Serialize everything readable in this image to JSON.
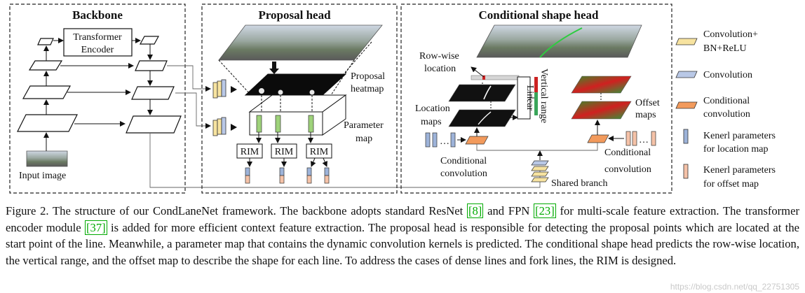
{
  "panels": {
    "backbone": {
      "title": "Backbone",
      "transformer_line1": "Transformer",
      "transformer_line2": "Encoder",
      "input_image": "Input image"
    },
    "proposal_head": {
      "title": "Proposal head",
      "heatmap_line1": "Proposal",
      "heatmap_line2": "heatmap",
      "param_line1": "Parameter",
      "param_line2": "map",
      "rim": "RIM"
    },
    "shape_head": {
      "title": "Conditional shape head",
      "row_wise_line1": "Row-wise",
      "row_wise_line2": "location",
      "location_line1": "Location",
      "location_line2": "maps",
      "linear": "Linear",
      "vertical_range": "Vertical range",
      "offset_line1": "Offset",
      "offset_line2": "maps",
      "cond_conv_line1": "Conditional",
      "cond_conv_line2": "convolution",
      "shared_branch": "Shared branch"
    }
  },
  "legend": [
    {
      "line1": "Convolution+",
      "line2": "BN+ReLU",
      "color": "#f7e3a0"
    },
    {
      "line1": "Convolution",
      "line2": "",
      "color": "#b9c8e6"
    },
    {
      "line1": "Conditional",
      "line2": "convolution",
      "color": "#f29a5c"
    },
    {
      "line1": "Kenerl parameters",
      "line2": "for location map",
      "color": "#9db3d9"
    },
    {
      "line1": "Kenerl parameters",
      "line2": "for offset map",
      "color": "#f5c2a8"
    }
  ],
  "caption": {
    "p1": "Figure 2. The structure of our CondLaneNet framework. The backbone adopts standard ResNet ",
    "ref1": "[8]",
    "p2": " and FPN ",
    "ref2": "[23]",
    "p3": " for multi-scale feature extraction. The transformer encoder module ",
    "ref3": "[37]",
    "p4": " is added for more efficient context feature extraction. The proposal head is responsible for detecting the proposal points which are located at the start point of the line. Meanwhile, a parameter map that contains the dynamic convolution kernels is predicted. The conditional shape head predicts the row-wise location, the vertical range, and the offset map to describe the shape for each line. To address the cases of dense lines and fork lines, the RIM is designed."
  },
  "watermark": "https://blog.csdn.net/qq_22751305"
}
